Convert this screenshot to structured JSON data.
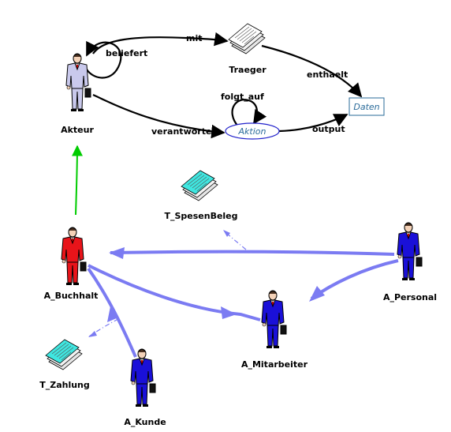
{
  "meta_model": {
    "nodes": {
      "akteur": "Akteur",
      "traeger": "Traeger",
      "aktion": "Aktion",
      "daten": "Daten"
    },
    "edges": {
      "beliefert": "beliefert",
      "mit": "mit",
      "enthaelt": "enthaelt",
      "folgt_auf": "folgt_auf",
      "verantwortet": "verantwortet",
      "output": "output"
    }
  },
  "instance_model": {
    "nodes": {
      "buchhalt": "A_Buchhalt",
      "personal": "A_Personal",
      "mitarbeiter": "A_Mitarbeiter",
      "kunde": "A_Kunde",
      "spesenbeleg": "T_SpesenBeleg",
      "zahlung": "T_Zahlung"
    }
  },
  "colors": {
    "flow": "#7b7bf2",
    "instance_of": "#00cc00",
    "meta_edge": "#000000",
    "actor_red": "#e8141a",
    "actor_blue": "#1a10d8",
    "paper": "#3fe6e0",
    "aktion_border": "#2222cc"
  }
}
